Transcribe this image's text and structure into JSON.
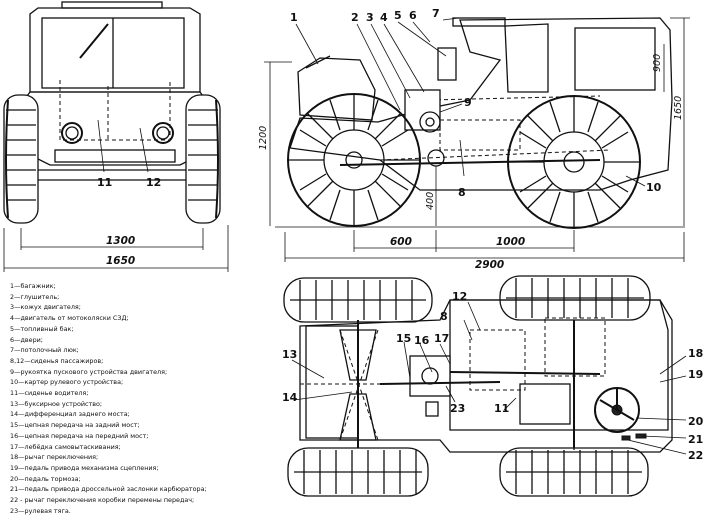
{
  "callouts": {
    "front": [
      "11",
      "12"
    ],
    "side": [
      "1",
      "2",
      "3",
      "4",
      "5",
      "6",
      "7",
      "9",
      "8",
      "10"
    ],
    "plan": [
      "12",
      "8",
      "13",
      "15",
      "16",
      "17",
      "14",
      "23",
      "11",
      "18",
      "19",
      "20",
      "21",
      "22"
    ]
  },
  "dimensions": {
    "front_track": "1300",
    "front_width": "1650",
    "side_height": "1200",
    "side_cab": "900",
    "side_total_height": "1650",
    "side_ground": "400",
    "side_600": "600",
    "side_wheelbase": "1000",
    "side_length": "2900"
  },
  "legend": [
    "1—багажник;",
    "2—глушитель;",
    "3—кожух двигателя;",
    "4—двигатель от мотоколяски СЗД;",
    "5—топливный бак;",
    "6—двери;",
    "7—потолочный люк;",
    "8,12—сиденья пассажиров;",
    "9—рукоятка пускового устройства двигателя;",
    "10—картер рулевого устройства;",
    "11—сиденье водителя;",
    "13—буксирное устройство;",
    "14—дифференциал заднего моста;",
    "15—цепная передача на задний мост;",
    "16—цепная передача на передний мост;",
    "17—лебёдка самовытаскивания;",
    "18—рычаг переключения;",
    "19—педаль привода механизма сцепления;",
    "20—педаль тормоза;",
    "21—педаль привода дроссельной заслонки карбюратора;",
    "22 - рычаг переключения коробки перемены передач;",
    "23—рулевая тяга."
  ]
}
